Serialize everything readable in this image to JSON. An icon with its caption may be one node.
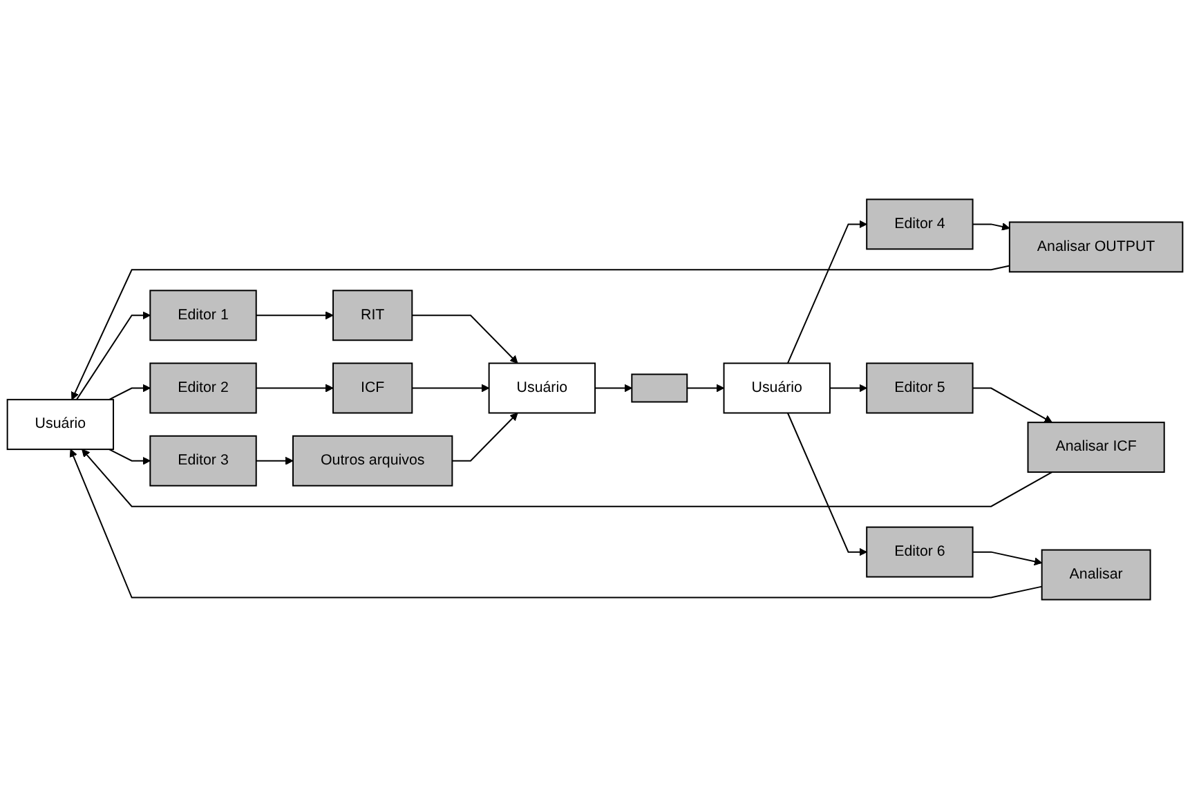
{
  "diagram": {
    "nodes": [
      {
        "text": [
          "Usuário"
        ]
      },
      {
        "text": [
          "Editor 1"
        ]
      },
      {
        "text": [
          "RIT"
        ]
      },
      {
        "text": [
          "Editor 2"
        ]
      },
      {
        "text": [
          "ICF"
        ]
      },
      {
        "text": [
          "Editor 3"
        ]
      },
      {
        "text": [
          "Outros arquivos"
        ]
      },
      {
        "text": [
          "Usuário"
        ]
      },
      {
        "text": [],
        "shape": "box"
      },
      {
        "text": [
          "Usuário"
        ]
      },
      {
        "text": [
          "Editor 4"
        ]
      },
      {
        "text": [
          "Analisar OUTPUT"
        ]
      },
      {
        "text": [
          "Editor 5"
        ]
      },
      {
        "text": [
          "Analisar ICF"
        ]
      },
      {
        "text": [
          "Editor 6"
        ]
      },
      {
        "text": [
          "Analisar"
        ]
      }
    ],
    "edges": [
      {
        "from": 0,
        "to": 1,
        "arrow": "to"
      },
      {
        "from": 0,
        "to": 3,
        "arrow": "to"
      },
      {
        "from": 0,
        "to": 5,
        "arrow": "to"
      },
      {
        "from": 1,
        "to": 2,
        "arrow": "to"
      },
      {
        "from": 3,
        "to": 4,
        "arrow": "to"
      },
      {
        "from": 5,
        "to": 6,
        "arrow": "to"
      },
      {
        "from": 2,
        "to": 7,
        "arrow": "to"
      },
      {
        "from": 4,
        "to": 7,
        "arrow": "to"
      },
      {
        "from": 6,
        "to": 7,
        "arrow": "to"
      },
      {
        "from": 7,
        "to": 8,
        "arrow": "to"
      },
      {
        "from": 8,
        "to": 9,
        "arrow": "to"
      },
      {
        "from": 9,
        "to": 10,
        "arrow": "to"
      },
      {
        "from": 9,
        "to": 12,
        "arrow": "to"
      },
      {
        "from": 9,
        "to": 14,
        "arrow": "to"
      },
      {
        "from": 10,
        "to": 11,
        "arrow": "to"
      },
      {
        "from": 12,
        "to": 13,
        "arrow": "to"
      },
      {
        "from": 14,
        "to": 15,
        "arrow": "to"
      },
      {
        "from": 11,
        "to": 0,
        "arrow": "to"
      },
      {
        "from": 13,
        "to": 0,
        "arrow": "to"
      },
      {
        "from": 15,
        "to": 0,
        "arrow": "to"
      }
    ]
  }
}
